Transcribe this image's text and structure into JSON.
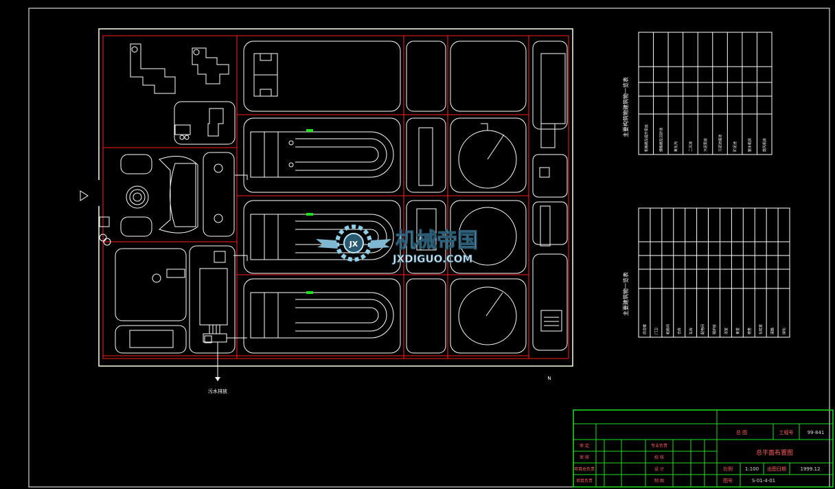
{
  "labels": {
    "outfall": "污水排放",
    "north_mark": "N"
  },
  "watermark": {
    "cn": "机械帝国",
    "en": "JXDIGUO.COM",
    "logo": "JX"
  },
  "table1": {
    "title": "主要构筑物建筑物一览表",
    "rows": [
      "粗格栅及提升泵房",
      "细格栅及沉砂池",
      "氧化沟",
      "二沉池",
      "污泥泵房",
      "污泥浓缩池",
      "贮泥池",
      "脱水机房",
      "鼓风机房"
    ]
  },
  "table2": {
    "title": "主要建筑物一览表",
    "rows": [
      "综合楼",
      "门卫",
      "机修间",
      "仓库",
      "车库",
      "配电间",
      "锅炉房",
      "浴室",
      "食堂",
      "宿舍",
      "化验室",
      "道路",
      "绿化"
    ]
  },
  "titleblock": {
    "project_label": "总  图",
    "code_label": "工程号",
    "code_value": "99-841",
    "drawing_title": "总平面布置图",
    "scale_label": "比例",
    "scale_value": "1:100",
    "date_label": "出图日期",
    "date_value": "1999.12",
    "no_label": "图号",
    "no_value": "S-01-4-01",
    "left_labels": [
      "审  定",
      "审  核",
      "项目总负责",
      "项目负责"
    ],
    "mid_labels": [
      "专业负责",
      "校  核",
      "设  计",
      "制  图"
    ]
  },
  "colors": {
    "line": "#ffffff",
    "boundary": "#ff2020",
    "titleblock": "#20e020",
    "wall": "#ffffe0"
  }
}
